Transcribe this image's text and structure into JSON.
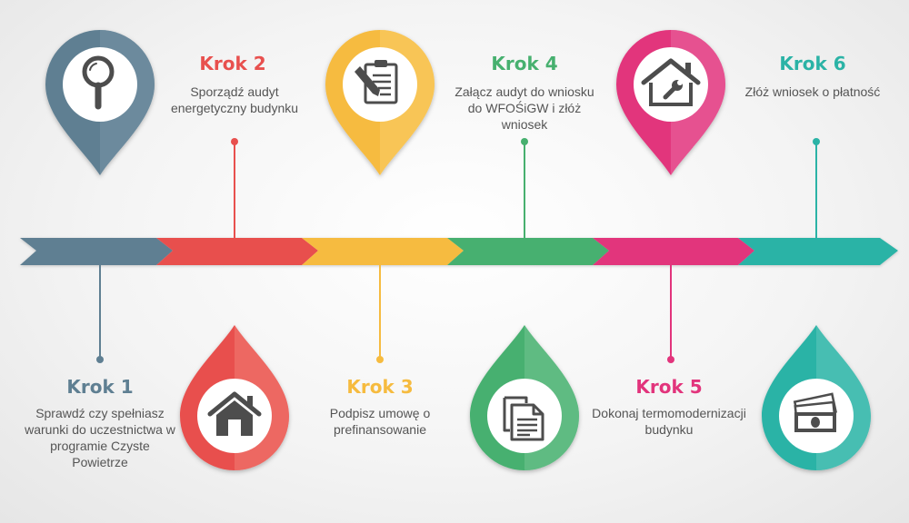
{
  "colors": {
    "slate": "#5f7f92",
    "red": "#e8504e",
    "yellow": "#f6bb3f",
    "green": "#47b06f",
    "magenta": "#e2347c",
    "teal": "#2bb3a6",
    "icon": "#4d4d4d"
  },
  "steps": [
    {
      "title": "Krok 1",
      "description": "Sprawdź czy spełniasz warunki do uczestnictwa w programie Czyste Powietrze",
      "icon": "magnifier-icon",
      "color": "#5f7f92"
    },
    {
      "title": "Krok 2",
      "description": "Sporządź audyt energetyczny budynku",
      "icon": "house-icon",
      "color": "#e8504e"
    },
    {
      "title": "Krok 3",
      "description": "Podpisz umowę o prefinansowanie",
      "icon": "clipboard-icon",
      "color": "#f6bb3f"
    },
    {
      "title": "Krok 4",
      "description": "Załącz audyt do wniosku do WFOŚiGW i złóż wniosek",
      "icon": "documents-icon",
      "color": "#47b06f"
    },
    {
      "title": "Krok 5",
      "description": "Dokonaj termomodernizacji budynku",
      "icon": "house-wrench-icon",
      "color": "#e2347c"
    },
    {
      "title": "Krok 6",
      "description": "Złóż wniosek o płatność",
      "icon": "banknotes-icon",
      "color": "#2bb3a6"
    }
  ]
}
